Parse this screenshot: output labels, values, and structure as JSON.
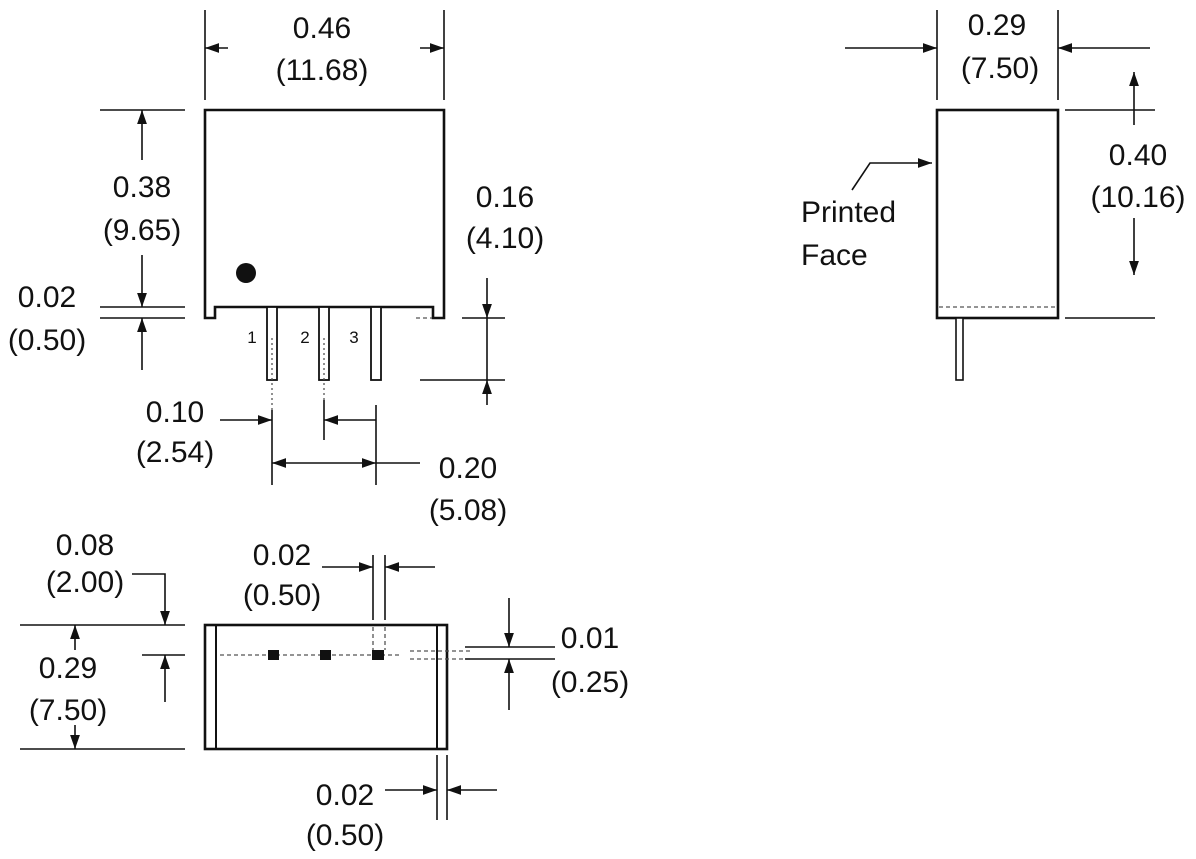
{
  "front_view": {
    "width": {
      "in": "0.46",
      "mm": "(11.68)"
    },
    "height": {
      "in": "0.38",
      "mm": "(9.65)"
    },
    "standoff": {
      "in": "0.02",
      "mm": "(0.50)"
    },
    "pin_length": {
      "in": "0.16",
      "mm": "(4.10)"
    },
    "pin_pitch": {
      "in": "0.10",
      "mm": "(2.54)"
    },
    "pin_span": {
      "in": "0.20",
      "mm": "(5.08)"
    },
    "pins": [
      "1",
      "2",
      "3"
    ]
  },
  "side_view": {
    "depth": {
      "in": "0.29",
      "mm": "(7.50)"
    },
    "height": {
      "in": "0.40",
      "mm": "(10.16)"
    },
    "printed_face_label": [
      "Printed",
      "Face"
    ]
  },
  "bottom_view": {
    "pin_offset": {
      "in": "0.08",
      "mm": "(2.00)"
    },
    "depth": {
      "in": "0.29",
      "mm": "(7.50)"
    },
    "pin_width": {
      "in": "0.02",
      "mm": "(0.50)"
    },
    "pin_thickness": {
      "in": "0.01",
      "mm": "(0.25)"
    },
    "wall": {
      "in": "0.02",
      "mm": "(0.50)"
    }
  }
}
